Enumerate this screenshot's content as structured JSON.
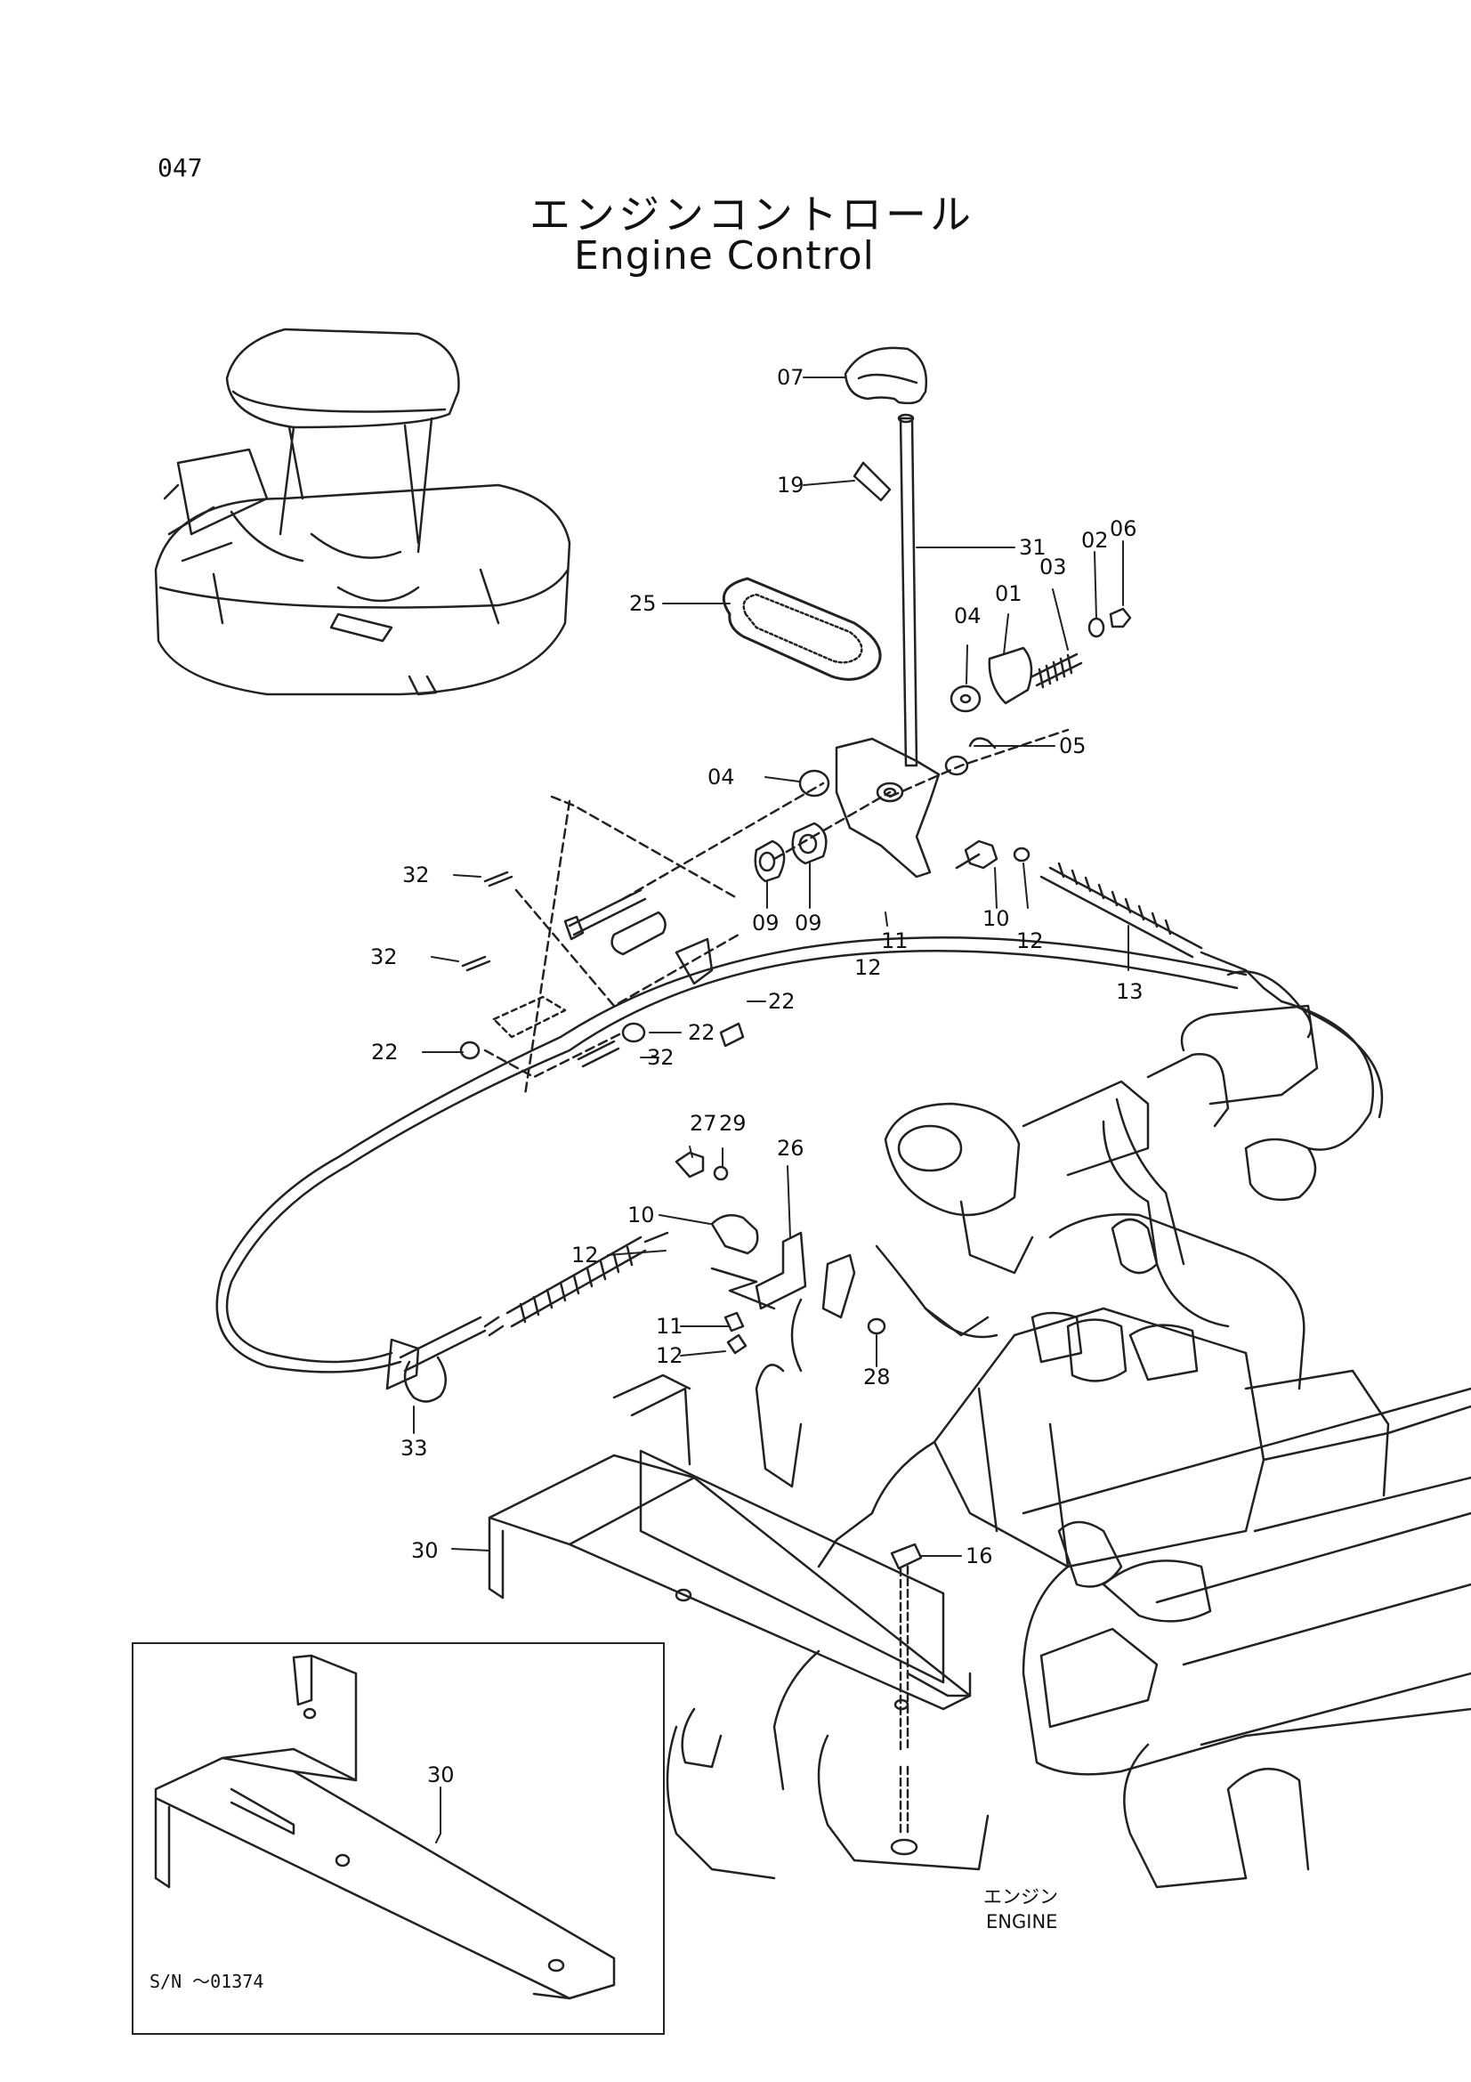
{
  "header": {
    "page_number": "047",
    "title_jp": "エンジンコントロール",
    "title_en": "Engine Control"
  },
  "callouts": [
    "07",
    "19",
    "31",
    "03",
    "02",
    "06",
    "01",
    "04",
    "05",
    "25",
    "04",
    "32",
    "09",
    "09",
    "10",
    "12",
    "11",
    "12",
    "13",
    "32",
    "22",
    "22",
    "22",
    "32",
    "27",
    "29",
    "26",
    "10",
    "12",
    "11",
    "12",
    "28",
    "33",
    "30",
    "16",
    "30"
  ],
  "engine_label": {
    "jp": "エンジン",
    "en": "ENGINE"
  },
  "inset": {
    "serial_note": "S/N ～01374",
    "part": "30"
  }
}
